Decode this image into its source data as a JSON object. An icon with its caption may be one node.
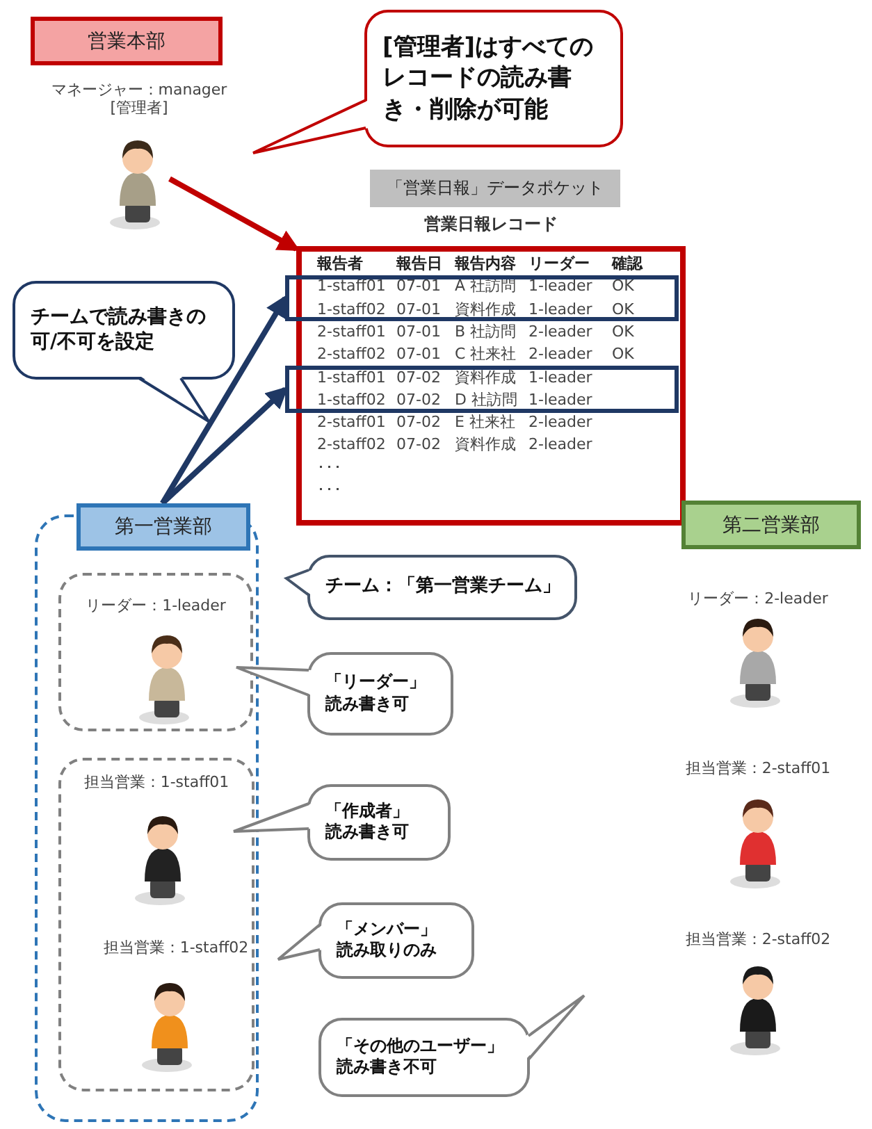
{
  "diagram": {
    "nodes": [
      {
        "text": [
          "営業本部"
        ]
      },
      {
        "text": [],
        "shape": "person",
        "beside": [
          "マネージャー：manager [管理者]"
        ]
      },
      {
        "text": [
          "[管理者]は**すべてのレコード**の読み書き・削除が可能"
        ]
      },
      {
        "text": [
          "「営業日報」データポケット"
        ]
      },
      {
        "text": [
          "営業日報レコード"
        ]
      },
      {
        "text": [],
        "shape": "box",
        "in": 4
      },
      {
        "text": [],
        "shape": "box",
        "in": 4
      },
      {
        "text": [
          "チームで読み書きの可/不可を設定"
        ]
      },
      {
        "text": [
          "第一営業部"
        ]
      },
      {
        "text": [
          "リーダー：1-leader"
        ],
        "in": 8
      },
      {
        "text": [],
        "shape": "person",
        "in": 9
      },
      {
        "text": [
          "担当営業：1-staff01",
          "担当営業：1-staff02"
        ],
        "in": 8
      },
      {
        "text": [],
        "shape": "person",
        "in": 11
      },
      {
        "text": [],
        "shape": "person",
        "in": 11
      },
      {
        "text": [
          "チーム：「第一営業チーム」"
        ]
      },
      {
        "text": [
          "「リーダー」読み書き可"
        ]
      },
      {
        "text": [
          "「作成者」読み書き可"
        ]
      },
      {
        "text": [
          "「メンバー」読み取りのみ"
        ]
      },
      {
        "text": [
          "「その他のユーザー」読み書き不可"
        ]
      },
      {
        "text": [
          "第二営業部"
        ]
      },
      {
        "text": [],
        "shape": "person",
        "beside": [
          "リーダー：2-leader"
        ]
      },
      {
        "text": [],
        "shape": "person",
        "beside": [
          "担当営業：2-staff01"
        ]
      },
      {
        "text": [],
        "shape": "person",
        "beside": [
          "担当営業：2-staff02"
        ]
      }
    ],
    "edges": [
      {
        "from": 1,
        "to": 4,
        "arrow": "to",
        "color": "#c00000"
      },
      {
        "from": 8,
        "to": 5,
        "arrow": "to"
      },
      {
        "from": 8,
        "to": 6,
        "arrow": "to"
      }
    ],
    "labels": [
      "報告者",
      "報告日",
      "報告内容",
      "リーダー",
      "確認",
      "1-staff01",
      "07-01",
      "A 社訪問",
      "1-leader",
      "OK",
      "1-staff02",
      "07-01",
      "資料作成",
      "1-leader",
      "OK",
      "2-staff01",
      "07-01",
      "B 社訪問",
      "2-leader",
      "OK",
      "2-staff02",
      "07-01",
      "C 社来社",
      "2-leader",
      "OK",
      "1-staff01",
      "07-02",
      "資料作成",
      "1-leader",
      "1-staff02",
      "07-02",
      "D 社訪問",
      "1-leader",
      "2-staff01",
      "07-02",
      "E 社来社",
      "2-leader",
      "2-staff02",
      "07-02",
      "資料作成",
      "2-leader",
      "･･･",
      "･･･"
    ]
  }
}
